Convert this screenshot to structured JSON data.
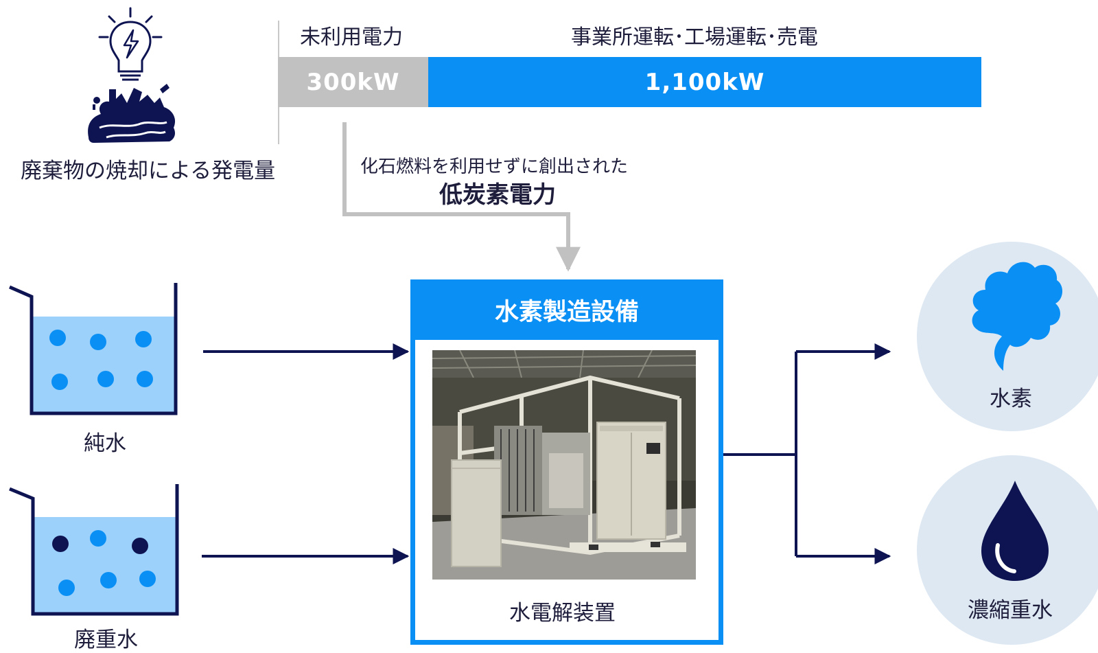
{
  "source": {
    "label": "廃棄物の焼却による発電量"
  },
  "power_bar": {
    "unused": {
      "label": "未利用電力",
      "value": "300kW"
    },
    "operation": {
      "label": "事業所運転･工場運転･売電",
      "value": "1,100kW"
    }
  },
  "low_carbon": {
    "line1": "化石燃料を利用せずに創出された",
    "line2": "低炭素電力"
  },
  "inputs": [
    {
      "label": "純水"
    },
    {
      "label": "廃重水"
    }
  ],
  "facility": {
    "title": "水素製造設備",
    "device_label": "水電解装置"
  },
  "outputs": [
    {
      "label": "水素"
    },
    {
      "label": "濃縮重水"
    }
  ],
  "colors": {
    "accent_blue": "#0a8ff5",
    "navy": "#0e1452",
    "gray": "#c1c1c1",
    "water_fill": "#9bd1fa",
    "pale_circle": "#dde8f3"
  },
  "icons": {
    "source": "lightbulb-waste-icon",
    "hydrogen": "cloud-icon",
    "heavy_water": "water-drop-icon"
  }
}
